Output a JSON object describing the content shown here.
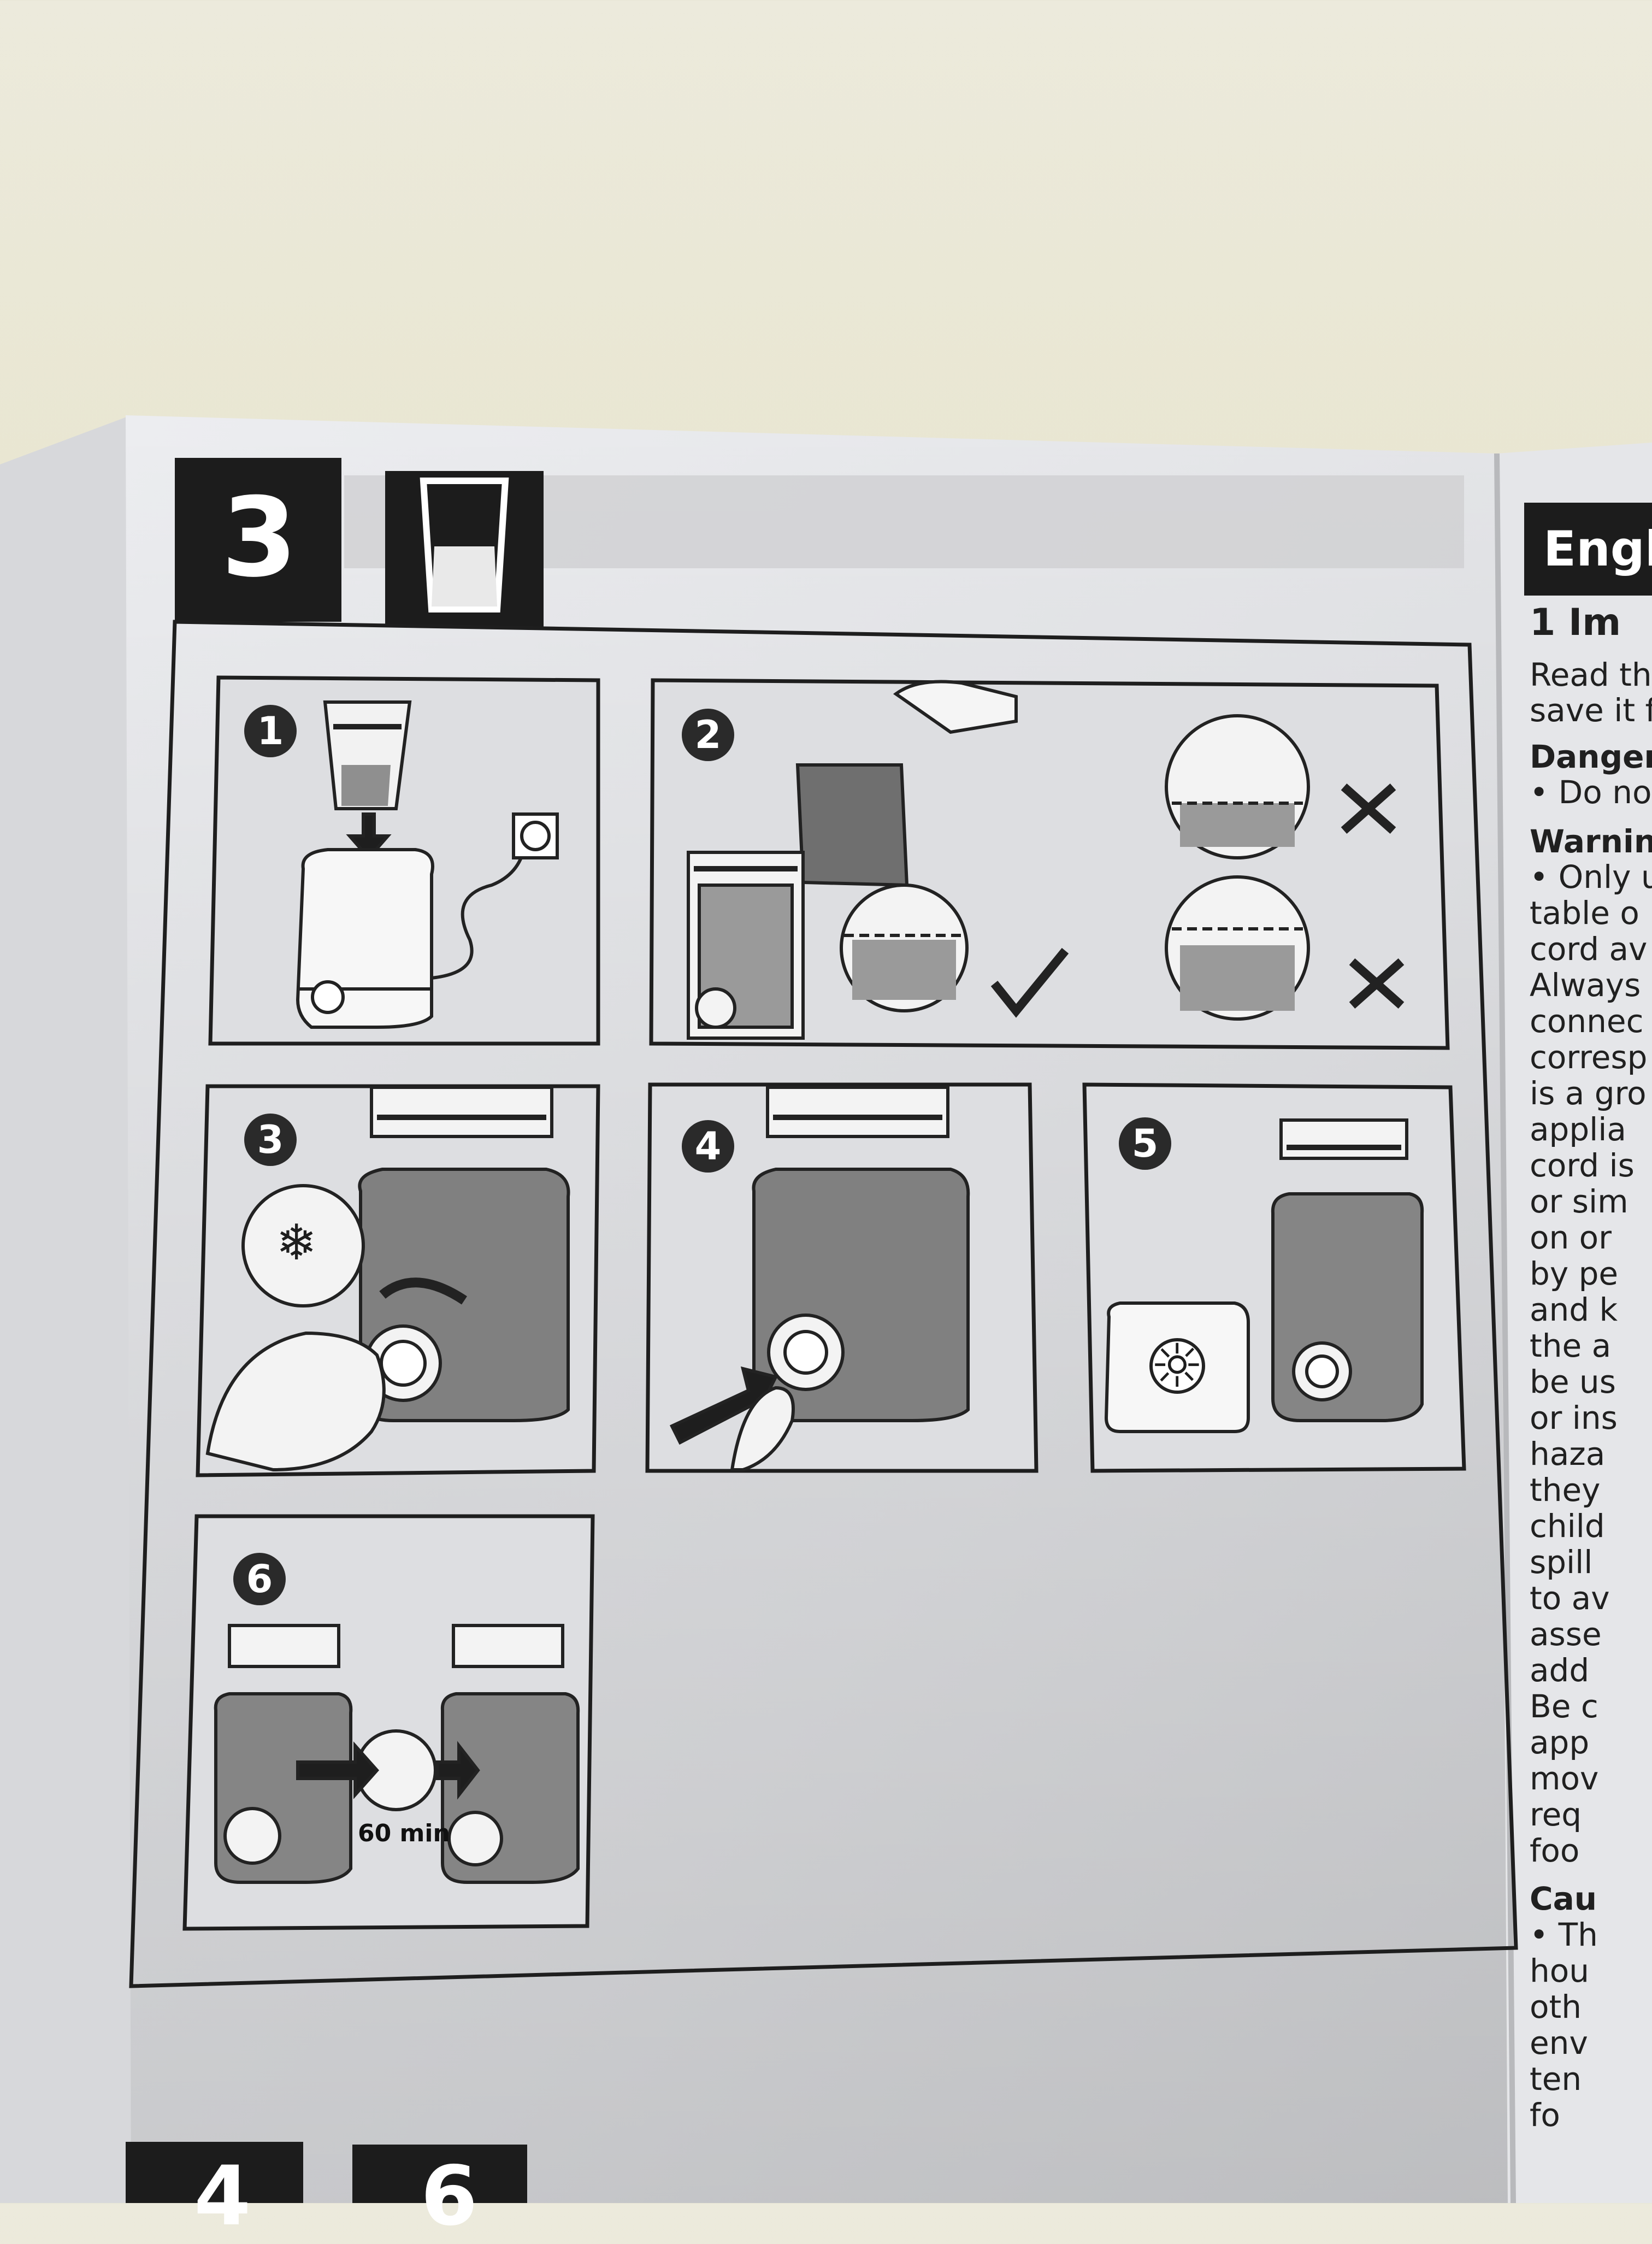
{
  "section": {
    "number": "3"
  },
  "steps": {
    "s1": "1",
    "s2": "2",
    "s3": "3",
    "s4": "4",
    "s5": "5",
    "s6": "6"
  },
  "step6": {
    "duration": "60 min"
  },
  "right_page": {
    "lines": [
      "Engl",
      "1   Im",
      "Read thi",
      "save it fo",
      "Danger",
      "• Do no",
      "Warnin",
      "• Only u",
      "table o",
      "cord av",
      "Always",
      "connec",
      "corresp",
      "is a gro",
      "applia",
      "cord is",
      "or sim",
      "on or",
      "by pe",
      "and k",
      "the a",
      "be us",
      "or ins",
      "haza",
      "they",
      "child",
      "spill",
      "to av",
      "asse",
      "add",
      "Be c",
      "app",
      "mov",
      "req",
      "foo",
      "Cau",
      "• Th",
      "hou",
      "oth",
      "env",
      "ten",
      "fo"
    ]
  },
  "bottom_tabs": [
    "4",
    "6"
  ]
}
